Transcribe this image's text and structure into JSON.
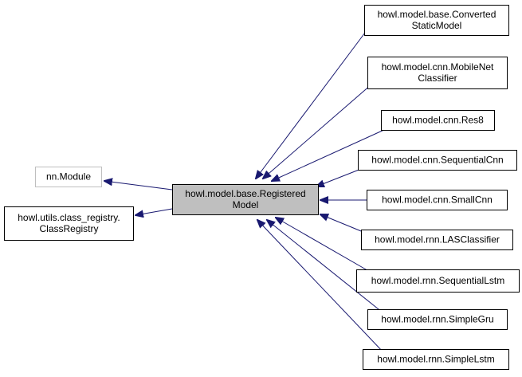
{
  "diagram": {
    "center": {
      "lines": [
        "howl.model.base.Registered",
        "Model"
      ]
    },
    "parents": [
      {
        "id": "nn-module",
        "lines": [
          "nn.Module"
        ],
        "greyed": true
      },
      {
        "id": "class-registry",
        "lines": [
          "howl.utils.class_registry.",
          "ClassRegistry"
        ],
        "greyed": false
      }
    ],
    "children": [
      {
        "id": "converted-static-model",
        "lines": [
          "howl.model.base.Converted",
          "StaticModel"
        ]
      },
      {
        "id": "mobilenet-classifier",
        "lines": [
          "howl.model.cnn.MobileNet",
          "Classifier"
        ]
      },
      {
        "id": "res8",
        "lines": [
          "howl.model.cnn.Res8"
        ]
      },
      {
        "id": "sequential-cnn",
        "lines": [
          "howl.model.cnn.SequentialCnn"
        ]
      },
      {
        "id": "small-cnn",
        "lines": [
          "howl.model.cnn.SmallCnn"
        ]
      },
      {
        "id": "las-classifier",
        "lines": [
          "howl.model.rnn.LASClassifier"
        ]
      },
      {
        "id": "sequential-lstm",
        "lines": [
          "howl.model.rnn.SequentialLstm"
        ]
      },
      {
        "id": "simple-gru",
        "lines": [
          "howl.model.rnn.SimpleGru"
        ]
      },
      {
        "id": "simple-lstm",
        "lines": [
          "howl.model.rnn.SimpleLstm"
        ]
      }
    ],
    "colors": {
      "edge": "#191970",
      "center_fill": "#bfbfbf",
      "node_border": "#000000",
      "greyed_border": "#bfbfbf"
    }
  }
}
